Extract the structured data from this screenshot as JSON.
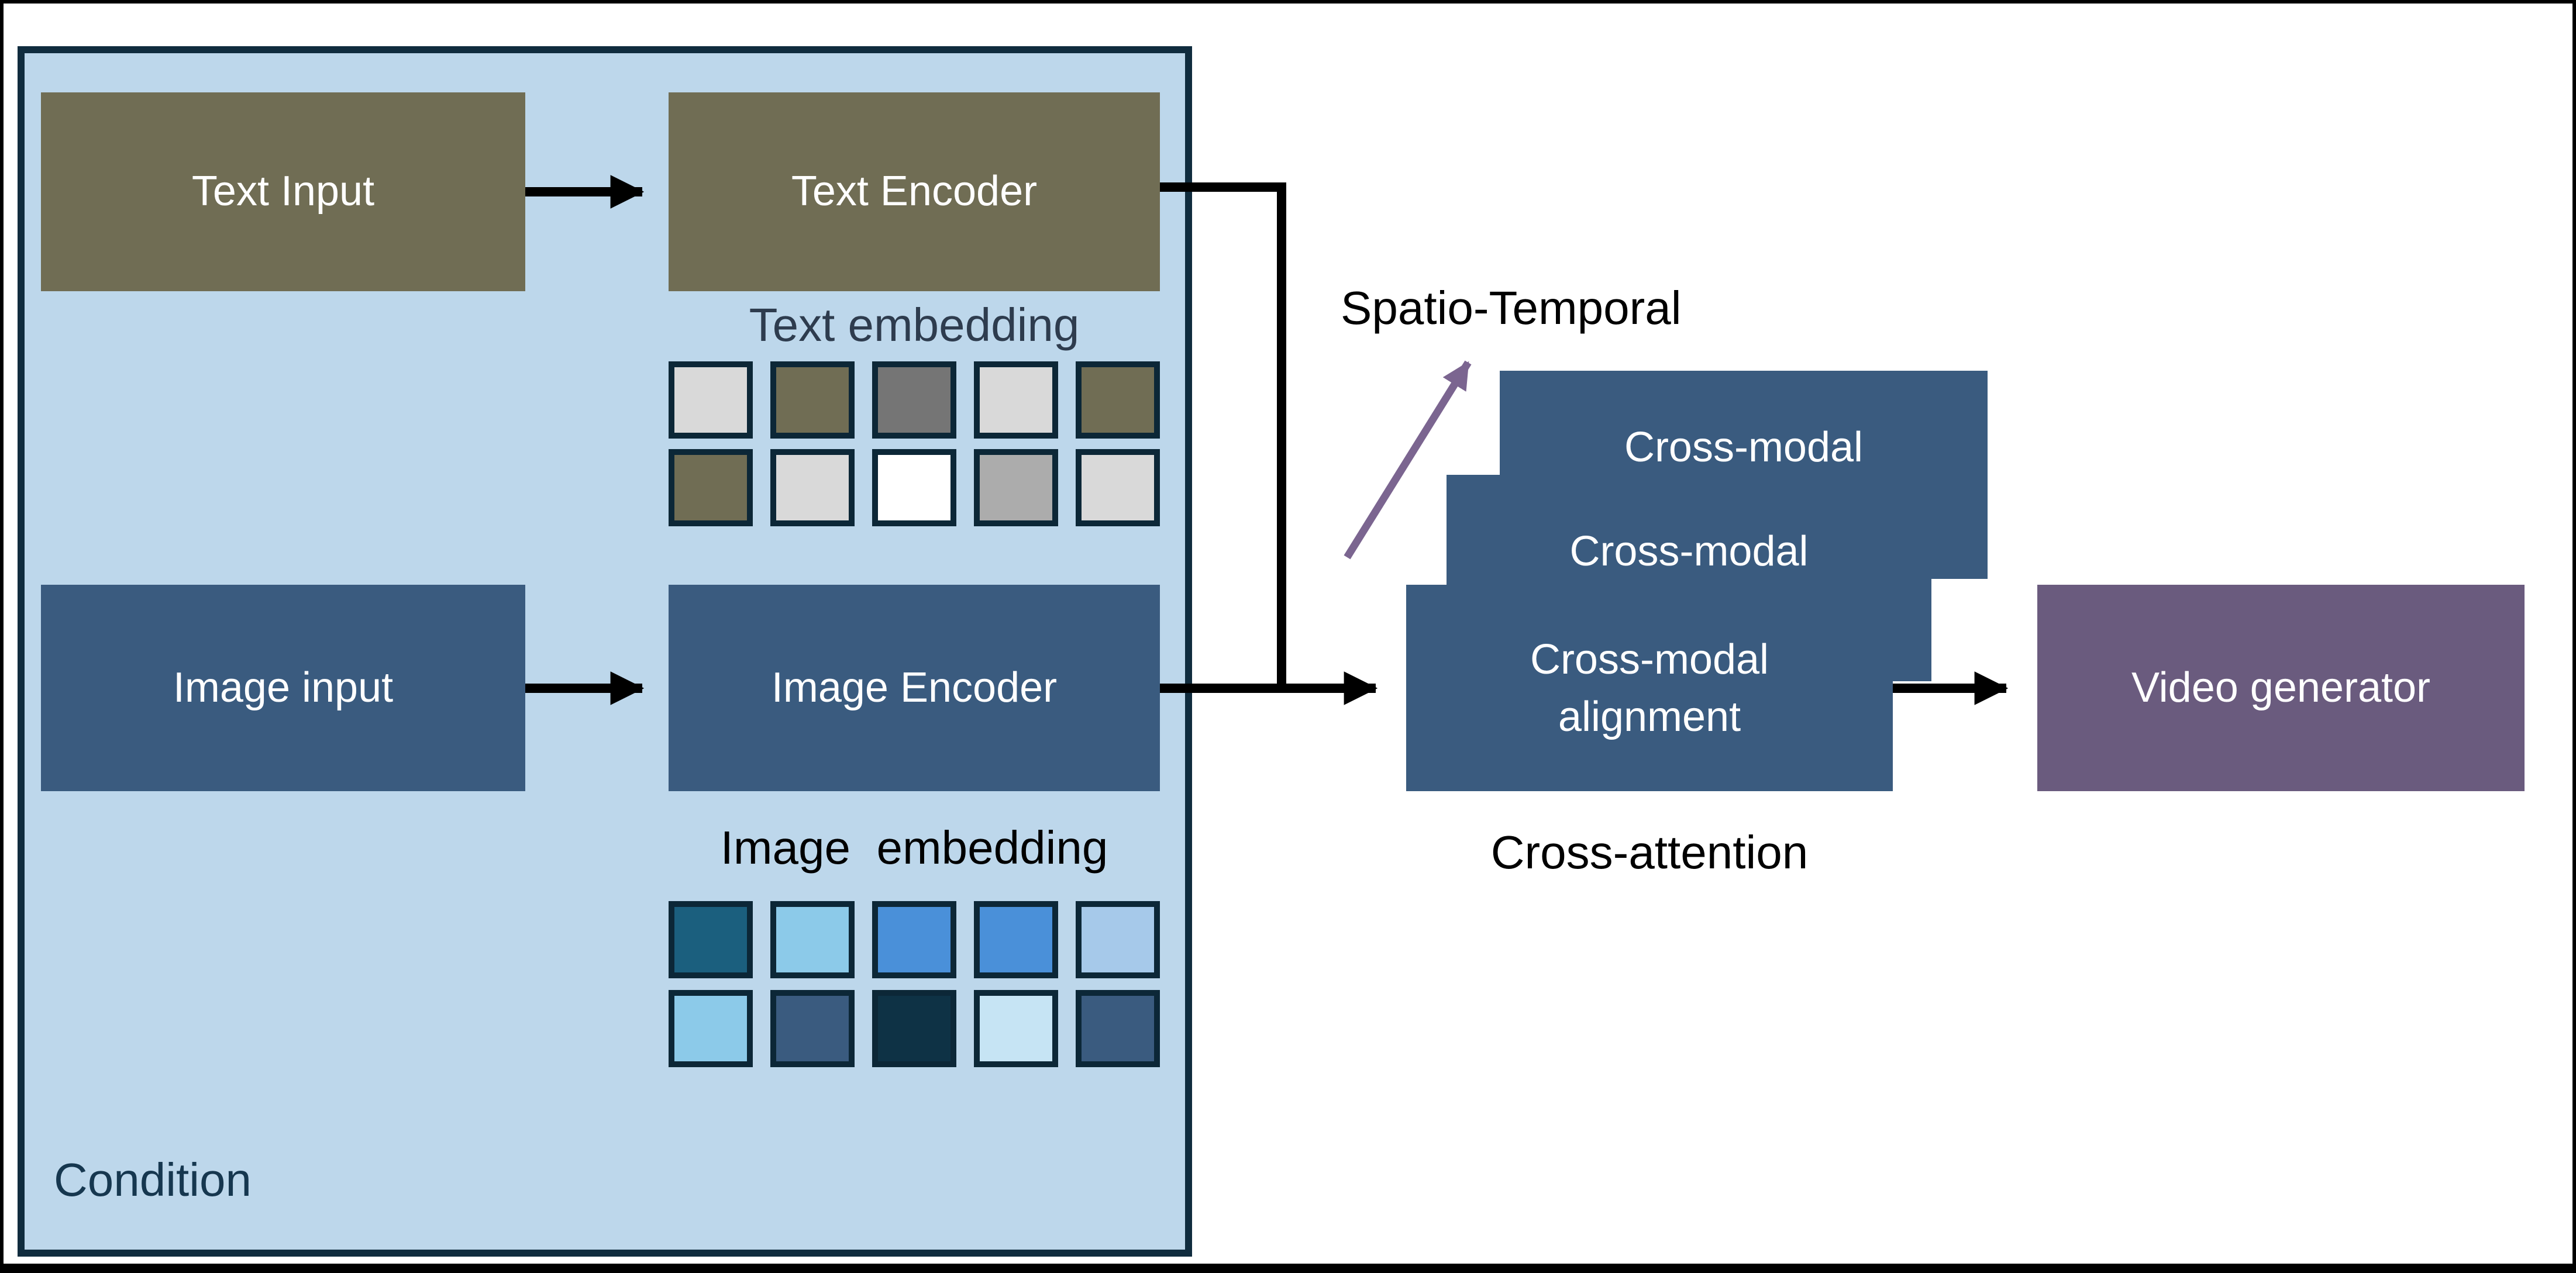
{
  "palette": {
    "background": "#FFFFFF",
    "panel_fill": "#BDD7EB",
    "panel_border": "#102C3E",
    "olive": "#706D54",
    "steel_blue": "#3A5B7F",
    "video_purple": "#6A5B7E",
    "arrow_purple": "#7B6590",
    "arrow_black": "#000000",
    "cell_border": "#0C2737",
    "label_navy": "#16374F",
    "label_slate": "#2E3C4E",
    "box_text": "#FFFFFF"
  },
  "condition_panel": {
    "label": "Condition",
    "text_row": {
      "input_label": "Text Input",
      "encoder_label": "Text Encoder",
      "embedding_label": "Text embedding",
      "embedding_grid": [
        [
          "#D9D9D9",
          "#706D54",
          "#757575",
          "#D9D9D9",
          "#706D54"
        ],
        [
          "#706D54",
          "#D9D9D9",
          "#FFFFFF",
          "#ACACAC",
          "#D9D9D9"
        ]
      ]
    },
    "image_row": {
      "input_label": "Image input",
      "encoder_label": "Image Encoder",
      "embedding_label": "Image  embedding",
      "embedding_grid": [
        [
          "#1B5F7E",
          "#8CCAE9",
          "#4A90D9",
          "#4A90D9",
          "#A6C9EA"
        ],
        [
          "#8CCAE9",
          "#3A5B7F",
          "#0E3245",
          "#C6E4F4",
          "#3A5B7F"
        ]
      ]
    }
  },
  "spatio_temporal": {
    "label": "Spatio-Temporal"
  },
  "cross_attention": {
    "back_label": "Cross-modal",
    "middle_label": "Cross-modal",
    "front_label_line1": "Cross-modal",
    "front_label_line2": "alignment",
    "caption": "Cross-attention"
  },
  "video_generator": {
    "label": "Video generator"
  }
}
